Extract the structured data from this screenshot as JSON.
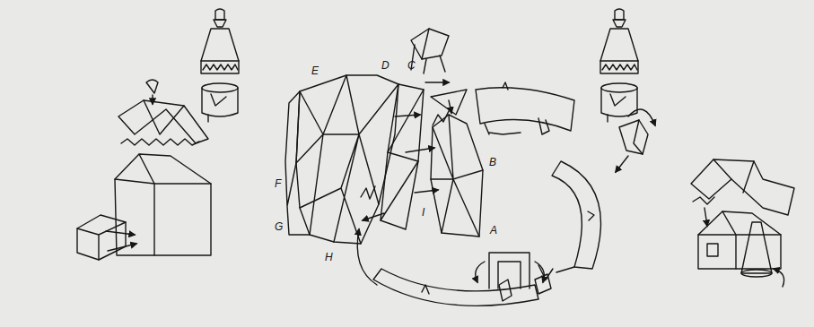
{
  "diagram": {
    "labels": [
      "D",
      "C",
      "E",
      "B",
      "F",
      "I",
      "A",
      "G",
      "H"
    ]
  }
}
